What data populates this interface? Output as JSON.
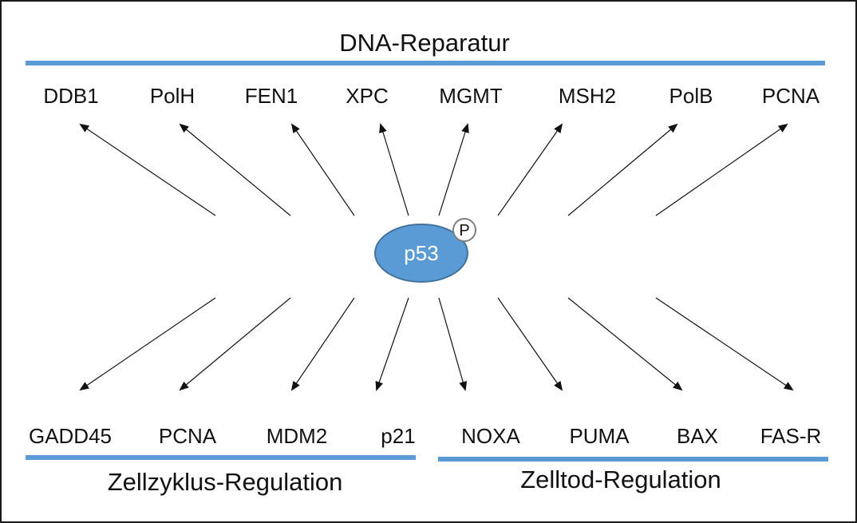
{
  "colors": {
    "accent_bar": "#5b9bd5",
    "p53_fill": "#5b9bd5",
    "p53_stroke": "#41719c",
    "arrow": "#111111",
    "phospho_stroke": "#7f7f7f"
  },
  "center": {
    "label": "p53",
    "phospho_label": "P"
  },
  "groups": {
    "dna_repair": {
      "title": "DNA-Reparatur",
      "genes": [
        "DDB1",
        "PolH",
        "FEN1",
        "XPC",
        "MGMT",
        "MSH2",
        "PolB",
        "PCNA"
      ]
    },
    "cell_cycle": {
      "title": "Zellzyklus-Regulation",
      "genes": [
        "GADD45",
        "PCNA",
        "MDM2",
        "p21"
      ]
    },
    "cell_death": {
      "title": "Zelltod-Regulation",
      "genes": [
        "NOXA",
        "PUMA",
        "BAX",
        "FAS-R"
      ]
    }
  }
}
